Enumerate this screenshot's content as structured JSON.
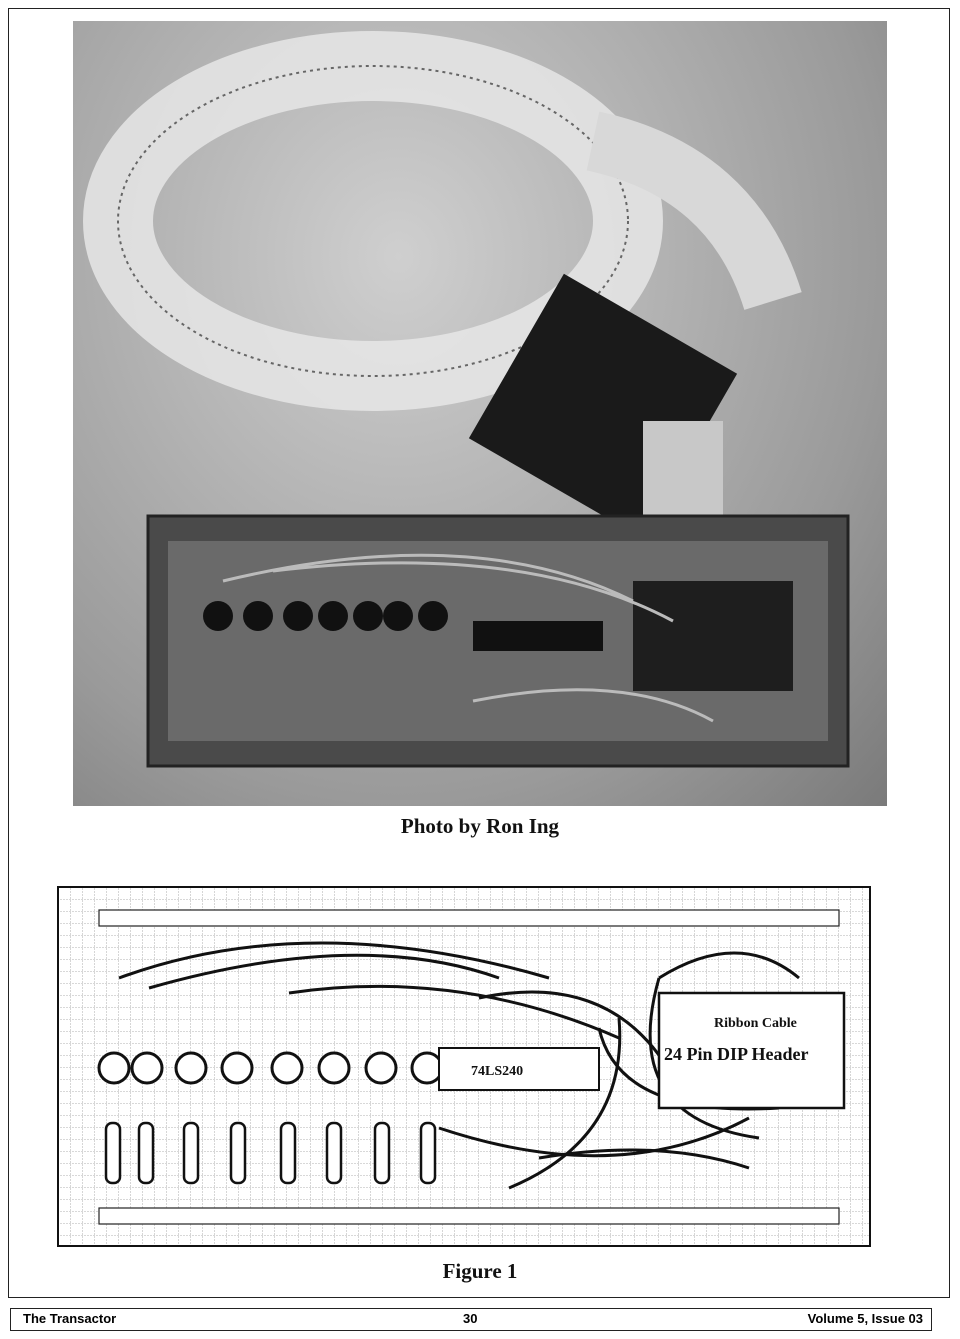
{
  "photo": {
    "caption": "Photo by Ron Ing"
  },
  "figure": {
    "caption": "Figure 1",
    "ic_label": "74LS240",
    "cable_label": "Ribbon Cable",
    "header_label": "24 Pin DIP Header"
  },
  "footer": {
    "publication": "The Transactor",
    "page_number": "30",
    "issue": "Volume 5, Issue 03"
  }
}
